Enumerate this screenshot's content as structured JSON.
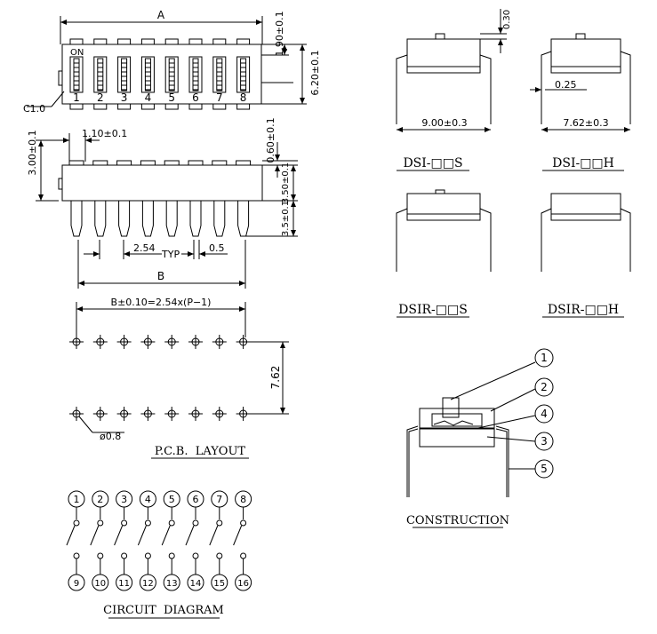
{
  "top_view": {
    "dim_a": "A",
    "dim_190": "1.90±0.1",
    "dim_620": "6.20±0.1",
    "on_label": "ON",
    "c10": "C1.0",
    "switch_numbers": [
      "1",
      "2",
      "3",
      "4",
      "5",
      "6",
      "7",
      "8"
    ]
  },
  "side_view": {
    "dim_300": "3.00±0.1",
    "dim_110": "1.10±0.1",
    "dim_060": "0.60±0.1",
    "dim_350": "3.50±0.1",
    "dim_35": "3.5±0.1",
    "dim_254": "2.54",
    "typ": "TYP",
    "dim_05": "0.5",
    "dim_b": "B"
  },
  "pcb": {
    "formula": "B±0.10=2.54x(P−1)",
    "dim_762": "7.62",
    "hole": "ø0.8",
    "title": "P.C.B.  LAYOUT"
  },
  "circuit": {
    "top_numbers": [
      "1",
      "2",
      "3",
      "4",
      "5",
      "6",
      "7",
      "8"
    ],
    "bottom_numbers": [
      "9",
      "10",
      "11",
      "12",
      "13",
      "14",
      "15",
      "16"
    ],
    "title": "CIRCUIT  DIAGRAM"
  },
  "profiles": {
    "dim_030": "0.30",
    "dim_025": "0.25",
    "dim_900": "9.00±0.3",
    "dim_762": "7.62±0.3",
    "dsi_s": "DSI-□□S",
    "dsi_h": "DSI-□□H",
    "dsir_s": "DSIR-□□S",
    "dsir_h": "DSIR-□□H"
  },
  "construction": {
    "callouts": [
      "1",
      "2",
      "4",
      "3",
      "5"
    ],
    "title": "CONSTRUCTION"
  }
}
